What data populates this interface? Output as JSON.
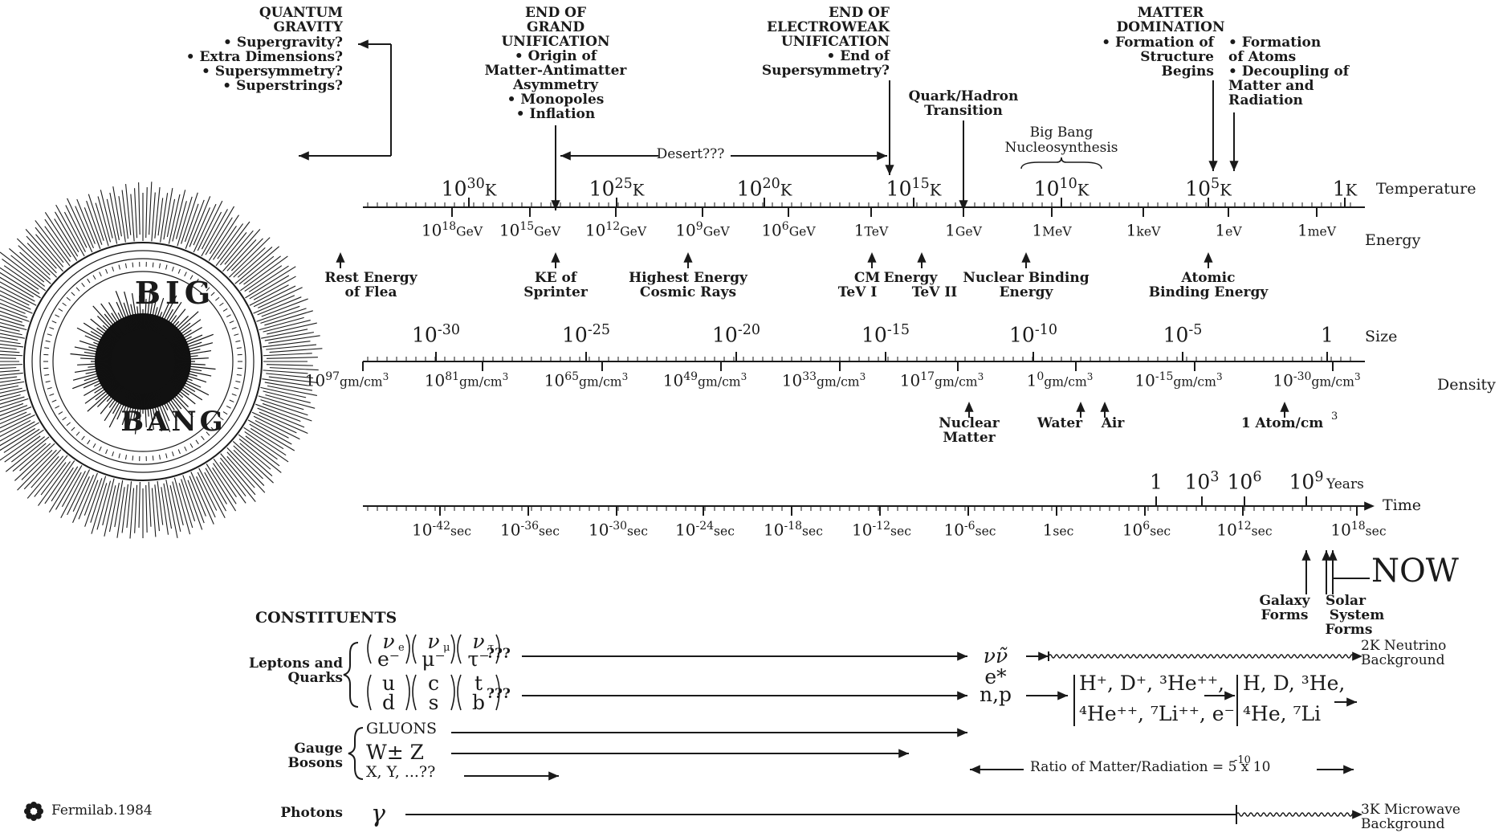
{
  "epochs": {
    "quantum_gravity": {
      "title_1": "QUANTUM",
      "title_2": "GRAVITY",
      "items": [
        "• Supergravity?",
        "• Extra Dimensions?",
        "• Supersymmetry?",
        "• Superstrings?"
      ]
    },
    "grand_unification": {
      "title_1": "END OF",
      "title_2": "GRAND",
      "title_3": "UNIFICATION",
      "items": [
        "• Origin of",
        "Matter-Antimatter",
        "Asymmetry",
        "• Monopoles",
        "• Inflation"
      ]
    },
    "electroweak": {
      "title_1": "END OF",
      "title_2": "ELECTROWEAK",
      "title_3": "UNIFICATION",
      "items": [
        "• End of",
        "Supersymmetry?"
      ]
    },
    "quark_hadron": {
      "line_1": "Quark/Hadron",
      "line_2": "Transition"
    },
    "nucleosynthesis": {
      "line_1": "Big Bang",
      "line_2": "Nucleosynthesis"
    },
    "matter_domination": {
      "title_1": "MATTER",
      "title_2": "DOMINATION",
      "items": [
        "• Formation of",
        "Structure",
        "Begins"
      ]
    },
    "atoms": {
      "items": [
        "• Formation",
        "of Atoms",
        "• Decoupling of",
        "Matter and",
        "Radiation"
      ]
    },
    "desert": "Desert???"
  },
  "big_bang": {
    "word_1": "BIG",
    "word_2": "BANG"
  },
  "temperature_axis": {
    "label": "Temperature",
    "ticks": [
      {
        "base": "10",
        "exp": "30",
        "unit": "K"
      },
      {
        "base": "10",
        "exp": "25",
        "unit": "K"
      },
      {
        "base": "10",
        "exp": "20",
        "unit": "K"
      },
      {
        "base": "10",
        "exp": "15",
        "unit": "K"
      },
      {
        "base": "10",
        "exp": "10",
        "unit": "K"
      },
      {
        "base": "10",
        "exp": "5",
        "unit": "K"
      },
      {
        "base": "1",
        "exp": "",
        "unit": "K"
      }
    ]
  },
  "energy_axis": {
    "label": "Energy",
    "ticks": [
      {
        "base": "10",
        "exp": "18",
        "unit": "GeV"
      },
      {
        "base": "10",
        "exp": "15",
        "unit": "GeV"
      },
      {
        "base": "10",
        "exp": "12",
        "unit": "GeV"
      },
      {
        "base": "10",
        "exp": "9",
        "unit": "GeV"
      },
      {
        "base": "10",
        "exp": "6",
        "unit": "GeV"
      },
      {
        "base": "1",
        "exp": "",
        "unit": "TeV"
      },
      {
        "base": "1",
        "exp": "",
        "unit": "GeV"
      },
      {
        "base": "1",
        "exp": "",
        "unit": "MeV"
      },
      {
        "base": "1",
        "exp": "",
        "unit": "keV"
      },
      {
        "base": "1",
        "exp": "",
        "unit": "eV"
      },
      {
        "base": "1",
        "exp": "",
        "unit": "meV"
      }
    ],
    "annotations": [
      {
        "line_1": "Rest Energy",
        "line_2": "of Flea"
      },
      {
        "line_1": "KE of",
        "line_2": "Sprinter"
      },
      {
        "line_1": "Highest Energy",
        "line_2": "Cosmic Rays"
      },
      {
        "line_1": "CM",
        "line_2": "TeV I"
      },
      {
        "line_1": "Energy",
        "line_2": "TeV II"
      },
      {
        "line_1": "Nuclear Binding",
        "line_2": "Energy"
      },
      {
        "line_1": "Atomic",
        "line_2": "Binding Energy"
      }
    ]
  },
  "size_axis": {
    "label": "Size",
    "ticks": [
      {
        "base": "10",
        "exp": "-30"
      },
      {
        "base": "10",
        "exp": "-25"
      },
      {
        "base": "10",
        "exp": "-20"
      },
      {
        "base": "10",
        "exp": "-15"
      },
      {
        "base": "10",
        "exp": "-10"
      },
      {
        "base": "10",
        "exp": "-5"
      },
      {
        "base": "1",
        "exp": ""
      }
    ]
  },
  "density_axis": {
    "label": "Density",
    "ticks": [
      {
        "base": "10",
        "exp": "97",
        "unit": "gm/cm",
        "unit_exp": "3"
      },
      {
        "base": "10",
        "exp": "81",
        "unit": "gm/cm",
        "unit_exp": "3"
      },
      {
        "base": "10",
        "exp": "65",
        "unit": "gm/cm",
        "unit_exp": "3"
      },
      {
        "base": "10",
        "exp": "49",
        "unit": "gm/cm",
        "unit_exp": "3"
      },
      {
        "base": "10",
        "exp": "33",
        "unit": "gm/cm",
        "unit_exp": "3"
      },
      {
        "base": "10",
        "exp": "17",
        "unit": "gm/cm",
        "unit_exp": "3"
      },
      {
        "base": "1",
        "exp": "0",
        "unit": "gm/cm",
        "unit_exp": "3"
      },
      {
        "base": "10",
        "exp": "-15",
        "unit": "gm/cm",
        "unit_exp": "3"
      },
      {
        "base": "10",
        "exp": "-30",
        "unit": "gm/cm",
        "unit_exp": "3"
      }
    ],
    "annotations": [
      {
        "line_1": "Nuclear",
        "line_2": "Matter"
      },
      {
        "line_1": "Water",
        "line_2": ""
      },
      {
        "line_1": "Air",
        "line_2": ""
      },
      {
        "line_1": "1 Atom/cm",
        "sup": "3"
      }
    ]
  },
  "years_axis": {
    "label": "Years",
    "ticks": [
      {
        "base": "1",
        "exp": ""
      },
      {
        "base": "10",
        "exp": "3"
      },
      {
        "base": "10",
        "exp": "6"
      },
      {
        "base": "10",
        "exp": "9"
      }
    ]
  },
  "time_axis": {
    "label": "Time",
    "ticks": [
      {
        "base": "10",
        "exp": "-42",
        "unit": "sec"
      },
      {
        "base": "10",
        "exp": "-36",
        "unit": "sec"
      },
      {
        "base": "10",
        "exp": "-30",
        "unit": "sec"
      },
      {
        "base": "10",
        "exp": "-24",
        "unit": "sec"
      },
      {
        "base": "10",
        "exp": "-18",
        "unit": "sec"
      },
      {
        "base": "10",
        "exp": "-12",
        "unit": "sec"
      },
      {
        "base": "10",
        "exp": "-6",
        "unit": "sec"
      },
      {
        "base": "1",
        "exp": "",
        "unit": "sec"
      },
      {
        "base": "10",
        "exp": "6",
        "unit": "sec"
      },
      {
        "base": "10",
        "exp": "12",
        "unit": "sec"
      },
      {
        "base": "10",
        "exp": "18",
        "unit": "sec"
      }
    ],
    "annotations": [
      {
        "line_1": "Galaxy",
        "line_2": "Forms"
      },
      {
        "line_1": "Solar",
        "line_2": "System",
        "line_3": "Forms"
      }
    ],
    "now": "NOW"
  },
  "constituents": {
    "title": "CONSTITUENTS",
    "leptons_label_1": "Leptons and",
    "leptons_label_2": "Quarks",
    "lepton_top": [
      "ν",
      "ν",
      "ν"
    ],
    "lepton_top_sub": [
      "e",
      "μ",
      "τ"
    ],
    "lepton_bottom": [
      "e⁻",
      "μ⁻",
      "τ⁻"
    ],
    "quark_top": [
      "u",
      "c",
      "t"
    ],
    "quark_bottom": [
      "d",
      "s",
      "b"
    ],
    "unknown": "???",
    "neutrino_pair": "νν̃",
    "electron": "e*",
    "nucleons": "n,p",
    "ions_1": "H⁺, D⁺, ³He⁺⁺,",
    "ions_2": "⁴He⁺⁺, ⁷Li⁺⁺, e⁻",
    "atoms_1": "H, D, ³He,",
    "atoms_2": "⁴He, ⁷Li",
    "neutrino_bg_1": "2K Neutrino",
    "neutrino_bg_2": "Background",
    "gauge_label_1": "Gauge",
    "gauge_label_2": "Bosons",
    "gluons": "GLUONS",
    "w_z": "W± Z",
    "xy": "X, Y, ...??",
    "ratio": "Ratio of Matter/Radiation = 5 x 10",
    "ratio_exp": "-10",
    "photons_label": "Photons",
    "photon_symbol": "γ",
    "microwave_bg_1": "3K Microwave",
    "microwave_bg_2": "Background"
  },
  "credit": "Fermilab.1984"
}
